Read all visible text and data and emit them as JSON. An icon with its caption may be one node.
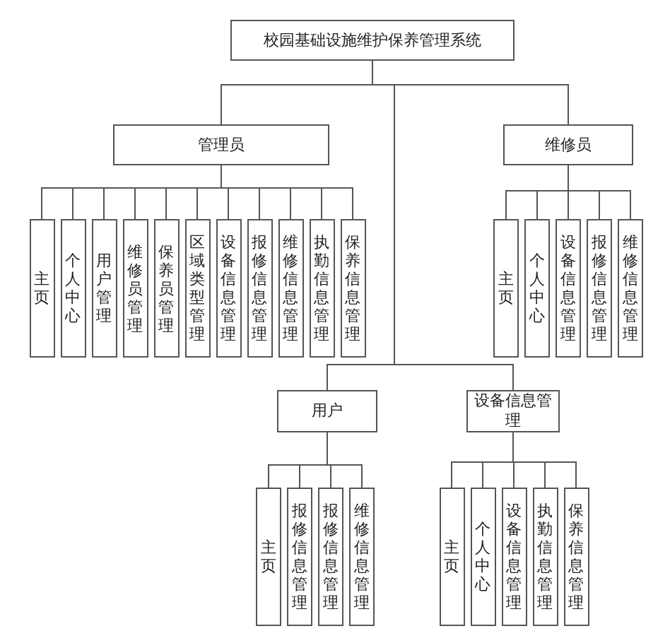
{
  "diagram": {
    "nodes": [
      {
        "text": [
          "校园基础设施维护保养管理系统"
        ]
      },
      {
        "text": [
          "管理员"
        ]
      },
      {
        "text": [
          "维修员"
        ]
      },
      {
        "text": [
          "主页"
        ]
      },
      {
        "text": [
          "个人中心"
        ]
      },
      {
        "text": [
          "用户管理"
        ]
      },
      {
        "text": [
          "维修员管理"
        ]
      },
      {
        "text": [
          "保养员管理"
        ]
      },
      {
        "text": [
          "区域类型管理"
        ]
      },
      {
        "text": [
          "设备信息管理"
        ]
      },
      {
        "text": [
          "报修信息管理"
        ]
      },
      {
        "text": [
          "维修信息管理"
        ]
      },
      {
        "text": [
          "执勤信息管理"
        ]
      },
      {
        "text": [
          "保养信息管理"
        ]
      },
      {
        "text": [
          "主页"
        ]
      },
      {
        "text": [
          "个人中心"
        ]
      },
      {
        "text": [
          "设备信息管理"
        ]
      },
      {
        "text": [
          "报修信息管理"
        ]
      },
      {
        "text": [
          "维修信息管理"
        ]
      },
      {
        "text": [
          "用户"
        ]
      },
      {
        "text": [
          "设备信息管理"
        ]
      },
      {
        "text": [
          "主页"
        ]
      },
      {
        "text": [
          "报修信息管理"
        ]
      },
      {
        "text": [
          "报修信息管理"
        ]
      },
      {
        "text": [
          "维修信息管理"
        ]
      },
      {
        "text": [
          "主页"
        ]
      },
      {
        "text": [
          "个人中心"
        ]
      },
      {
        "text": [
          "设备信息管理"
        ]
      },
      {
        "text": [
          "执勤信息管理"
        ]
      },
      {
        "text": [
          "保养信息管理"
        ]
      }
    ],
    "edges": [
      {
        "from": 0,
        "to": 1,
        "arrow": "none"
      },
      {
        "from": 0,
        "to": 2,
        "arrow": "none"
      },
      {
        "from": 0,
        "to": 19,
        "arrow": "none"
      },
      {
        "from": 0,
        "to": 20,
        "arrow": "none"
      },
      {
        "from": 1,
        "to": 3,
        "arrow": "none"
      },
      {
        "from": 1,
        "to": 4,
        "arrow": "none"
      },
      {
        "from": 1,
        "to": 5,
        "arrow": "none"
      },
      {
        "from": 1,
        "to": 6,
        "arrow": "none"
      },
      {
        "from": 1,
        "to": 7,
        "arrow": "none"
      },
      {
        "from": 1,
        "to": 8,
        "arrow": "none"
      },
      {
        "from": 1,
        "to": 9,
        "arrow": "none"
      },
      {
        "from": 1,
        "to": 10,
        "arrow": "none"
      },
      {
        "from": 1,
        "to": 11,
        "arrow": "none"
      },
      {
        "from": 1,
        "to": 12,
        "arrow": "none"
      },
      {
        "from": 1,
        "to": 13,
        "arrow": "none"
      },
      {
        "from": 2,
        "to": 14,
        "arrow": "none"
      },
      {
        "from": 2,
        "to": 15,
        "arrow": "none"
      },
      {
        "from": 2,
        "to": 16,
        "arrow": "none"
      },
      {
        "from": 2,
        "to": 17,
        "arrow": "none"
      },
      {
        "from": 2,
        "to": 18,
        "arrow": "none"
      },
      {
        "from": 19,
        "to": 21,
        "arrow": "none"
      },
      {
        "from": 19,
        "to": 22,
        "arrow": "none"
      },
      {
        "from": 19,
        "to": 23,
        "arrow": "none"
      },
      {
        "from": 19,
        "to": 24,
        "arrow": "none"
      },
      {
        "from": 20,
        "to": 25,
        "arrow": "none"
      },
      {
        "from": 20,
        "to": 26,
        "arrow": "none"
      },
      {
        "from": 20,
        "to": 27,
        "arrow": "none"
      },
      {
        "from": 20,
        "to": 28,
        "arrow": "none"
      },
      {
        "from": 20,
        "to": 29,
        "arrow": "none"
      }
    ]
  }
}
